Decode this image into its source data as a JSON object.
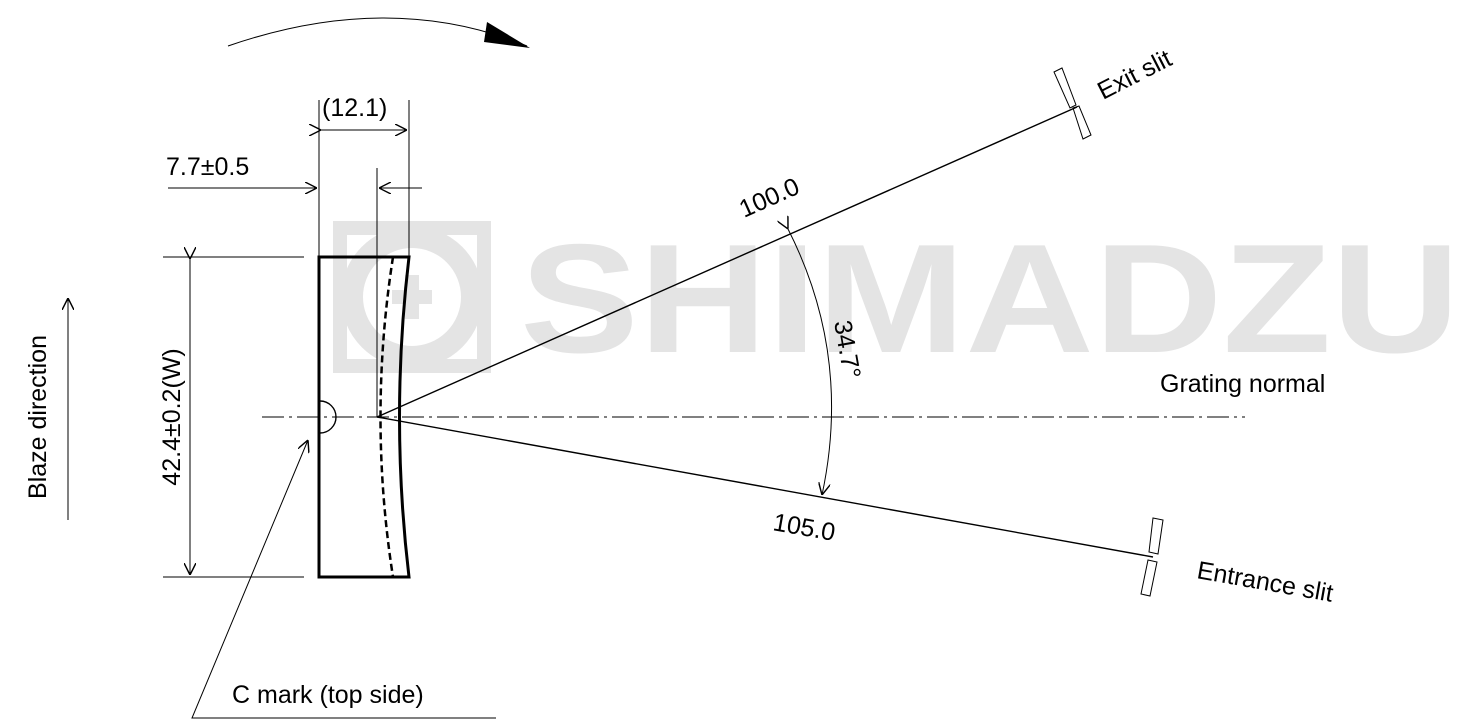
{
  "watermark": {
    "text": "SHIMADZU"
  },
  "labels": {
    "dim_width": "(12.1)",
    "dim_offset": "7.7±0.5",
    "dim_height": "42.4±0.2(W)",
    "blaze": "Blaze direction",
    "c_mark": "C mark (top side)",
    "exit_dist": "100.0",
    "entrance_dist": "105.0",
    "angle": "34.7°",
    "normal": "Grating normal",
    "exit_slit": "Exit slit",
    "entrance_slit": "Entrance slit"
  }
}
